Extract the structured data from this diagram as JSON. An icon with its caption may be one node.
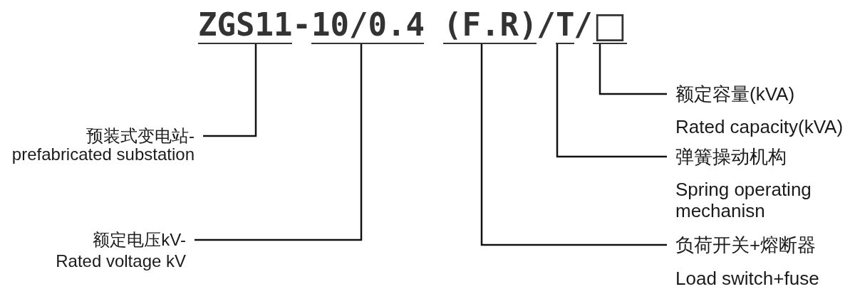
{
  "diagram": {
    "nodes": [
      {
        "text": [
          "ZGS11"
        ]
      },
      {
        "text": [
          "10/0.4"
        ]
      },
      {
        "text": [
          "(F.R)"
        ]
      },
      {
        "text": [
          "T"
        ]
      },
      {
        "text": [
          "□"
        ]
      },
      {
        "text": [
          "预装式变电站-",
          "prefabricated substation"
        ]
      },
      {
        "text": [
          "额定电压kV-",
          "Rated voltage kV"
        ]
      },
      {
        "text": [
          "额定容量(kVA)",
          "Rated capacity(kVA)"
        ]
      },
      {
        "text": [
          "弹簧操动机构",
          "Spring operating mechanisn"
        ]
      },
      {
        "text": [
          "负荷开关+熔断器",
          "Load switch+fuse"
        ]
      }
    ],
    "edges": [
      {
        "from": 0,
        "to": 5,
        "arrow": "none"
      },
      {
        "from": 1,
        "to": 6,
        "arrow": "none"
      },
      {
        "from": 2,
        "to": 9,
        "arrow": "none"
      },
      {
        "from": 3,
        "to": 8,
        "arrow": "none"
      },
      {
        "from": 4,
        "to": 7,
        "arrow": "none"
      }
    ],
    "labels": [
      "-",
      "/",
      "/"
    ]
  }
}
